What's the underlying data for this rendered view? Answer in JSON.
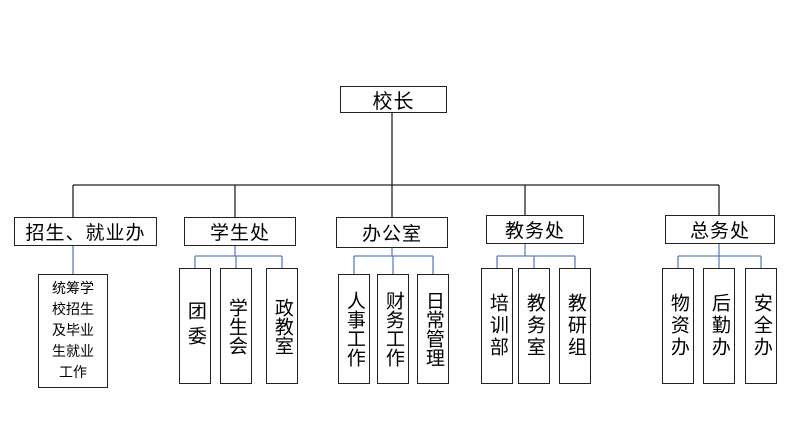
{
  "org_chart": {
    "root": "校长",
    "departments": [
      {
        "name": "招生、就业办",
        "units": [
          "统筹学\n校招生\n及毕业\n生就业\n工作"
        ]
      },
      {
        "name": "学生处",
        "units": [
          "团委",
          "学生会",
          "政教室"
        ]
      },
      {
        "name": "办公室",
        "units": [
          "人事工作",
          "财务工作",
          "日常管理"
        ]
      },
      {
        "name": "教务处",
        "units": [
          "培训部",
          "教务室",
          "教研组"
        ]
      },
      {
        "name": "总务处",
        "units": [
          "物资办",
          "后勤办",
          "安全办"
        ]
      }
    ]
  },
  "colors": {
    "line": "#222222",
    "sub_connector": "#5b7fbf",
    "box_fill": "#ffffff"
  }
}
